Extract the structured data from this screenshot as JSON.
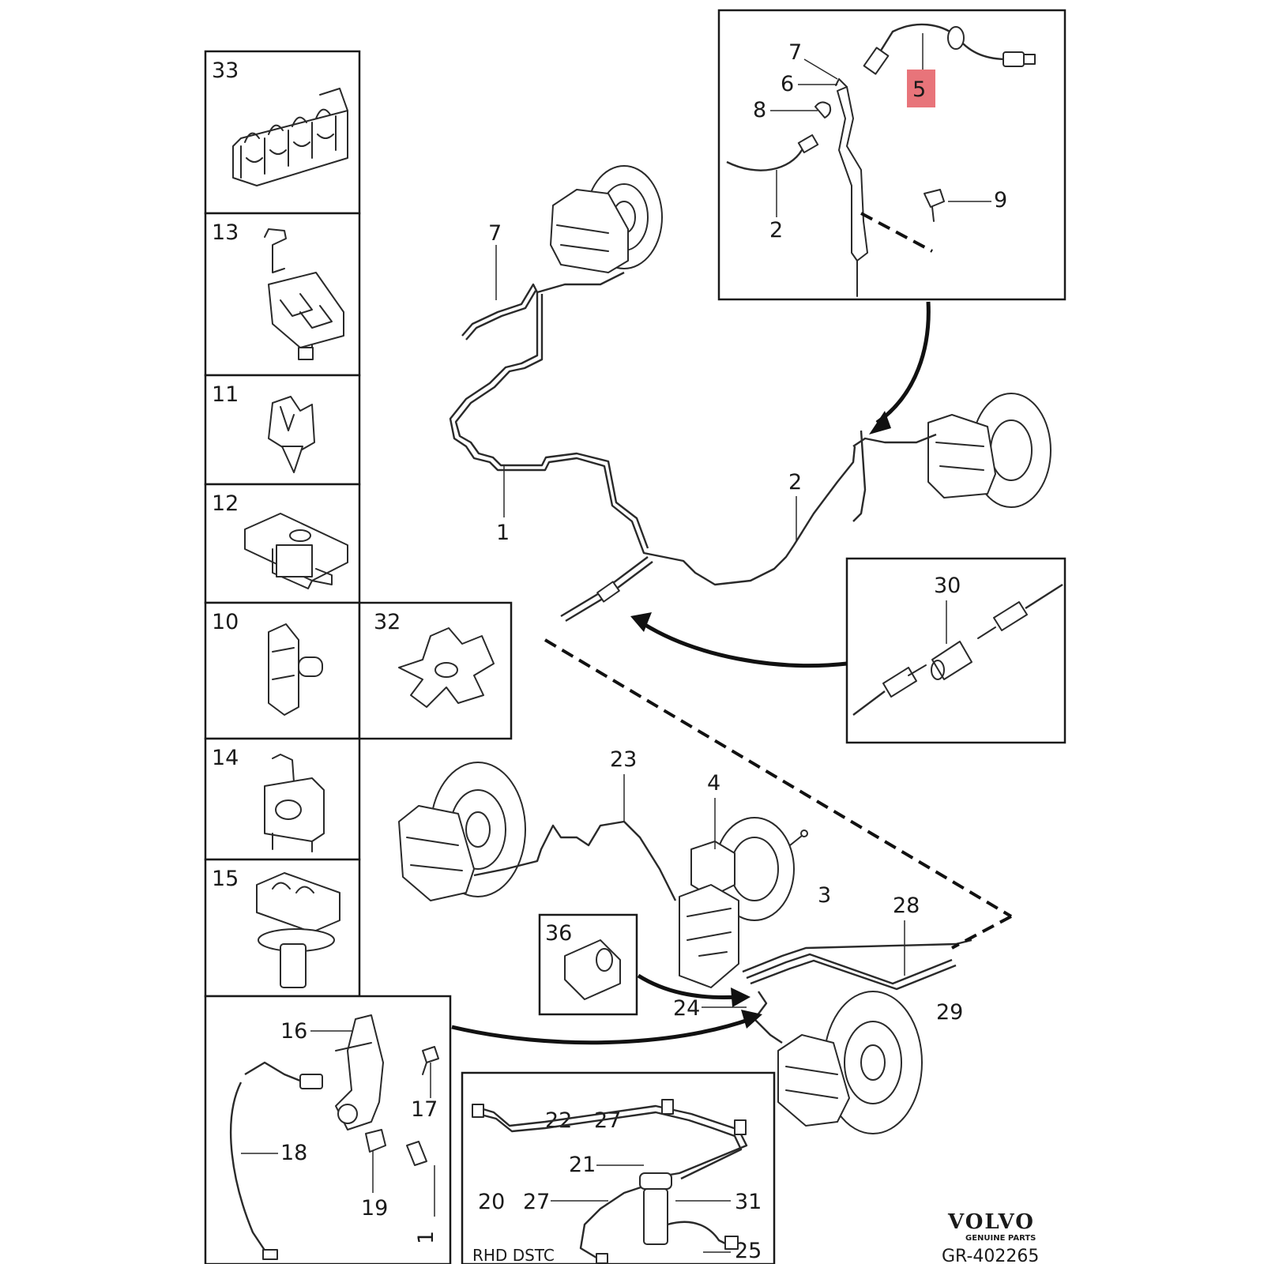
{
  "labels": {
    "p33": "33",
    "p13": "13",
    "p11": "11",
    "p12": "12",
    "p10": "10",
    "p32": "32",
    "p14": "14",
    "p15": "15",
    "p7_main": "7",
    "p1_main": "1",
    "p2_main": "2",
    "p7_ins": "7",
    "p6_ins": "6",
    "p8_ins": "8",
    "p5_ins": "5",
    "p2_ins": "2",
    "p9_ins": "9",
    "p30": "30",
    "p23": "23",
    "p4": "4",
    "p3": "3",
    "p28": "28",
    "p36": "36",
    "p24": "24",
    "p29": "29",
    "p16": "16",
    "p17": "17",
    "p18": "18",
    "p19": "19",
    "p1_ins": "1",
    "p22": "22",
    "p27a": "27",
    "p21": "21",
    "p20": "20",
    "p27b": "27",
    "p31": "31",
    "p25": "25"
  },
  "variant_label": "RHD DSTC",
  "brand": {
    "name": "VOLVO",
    "subtitle": "GENUINE PARTS"
  },
  "reference": "GR-402265",
  "highlight": {
    "part": "5",
    "color": "#e8747a"
  }
}
